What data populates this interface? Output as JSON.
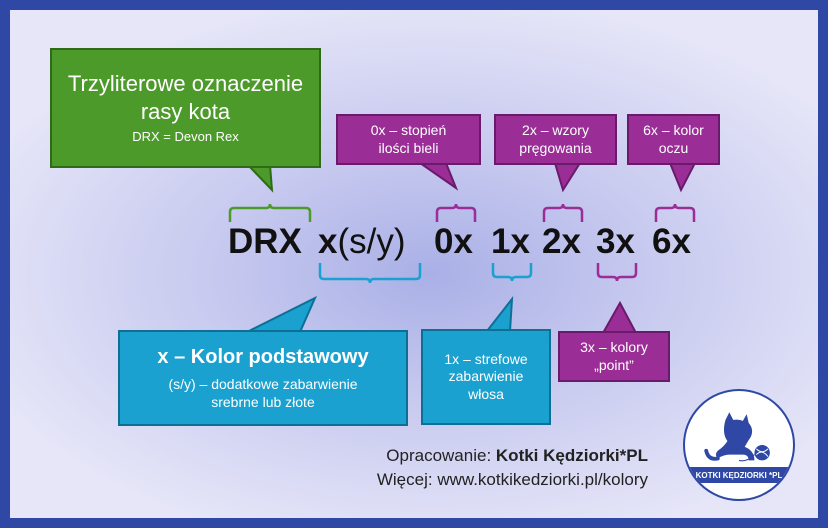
{
  "breed_box": {
    "title_line1": "Trzyliterowe oznaczenie",
    "title_line2": "rasy kota",
    "example": "DRX = Devon Rex"
  },
  "code": {
    "breed": "DRX",
    "base_x": "x",
    "base_suffix": "(s/y)",
    "g0": "0x",
    "g1": "1x",
    "g2": "2x",
    "g3": "3x",
    "g6": "6x"
  },
  "bubbles": {
    "b0": {
      "line1": "0x – stopień",
      "line2": "ilości bieli"
    },
    "b2": {
      "line1": "2x – wzory",
      "line2": "pręgowania"
    },
    "b6": {
      "line1": "6x – kolor",
      "line2": "oczu"
    },
    "b1": {
      "line1": "1x – strefowe",
      "line2": "zabarwienie",
      "line3": "włosa"
    },
    "b3": {
      "line1": "3x – kolory",
      "line2": "„point”"
    }
  },
  "base_box": {
    "title": "x – Kolor podstawowy",
    "line1": "(s/y) – dodatkowe zabarwienie",
    "line2": "srebrne lub złote"
  },
  "credits": {
    "label": "Opracowanie: ",
    "author": "Kotki Kędziorki*PL",
    "more": "Więcej: www.kotkikedziorki.pl/kolory"
  },
  "logo": {
    "text": "KOTKI KĘDZIORKI *PL"
  },
  "colors": {
    "green": "#4c9a2a",
    "purple": "#9a2e96",
    "blue": "#1aa1cf",
    "frame": "#2f48a6"
  }
}
